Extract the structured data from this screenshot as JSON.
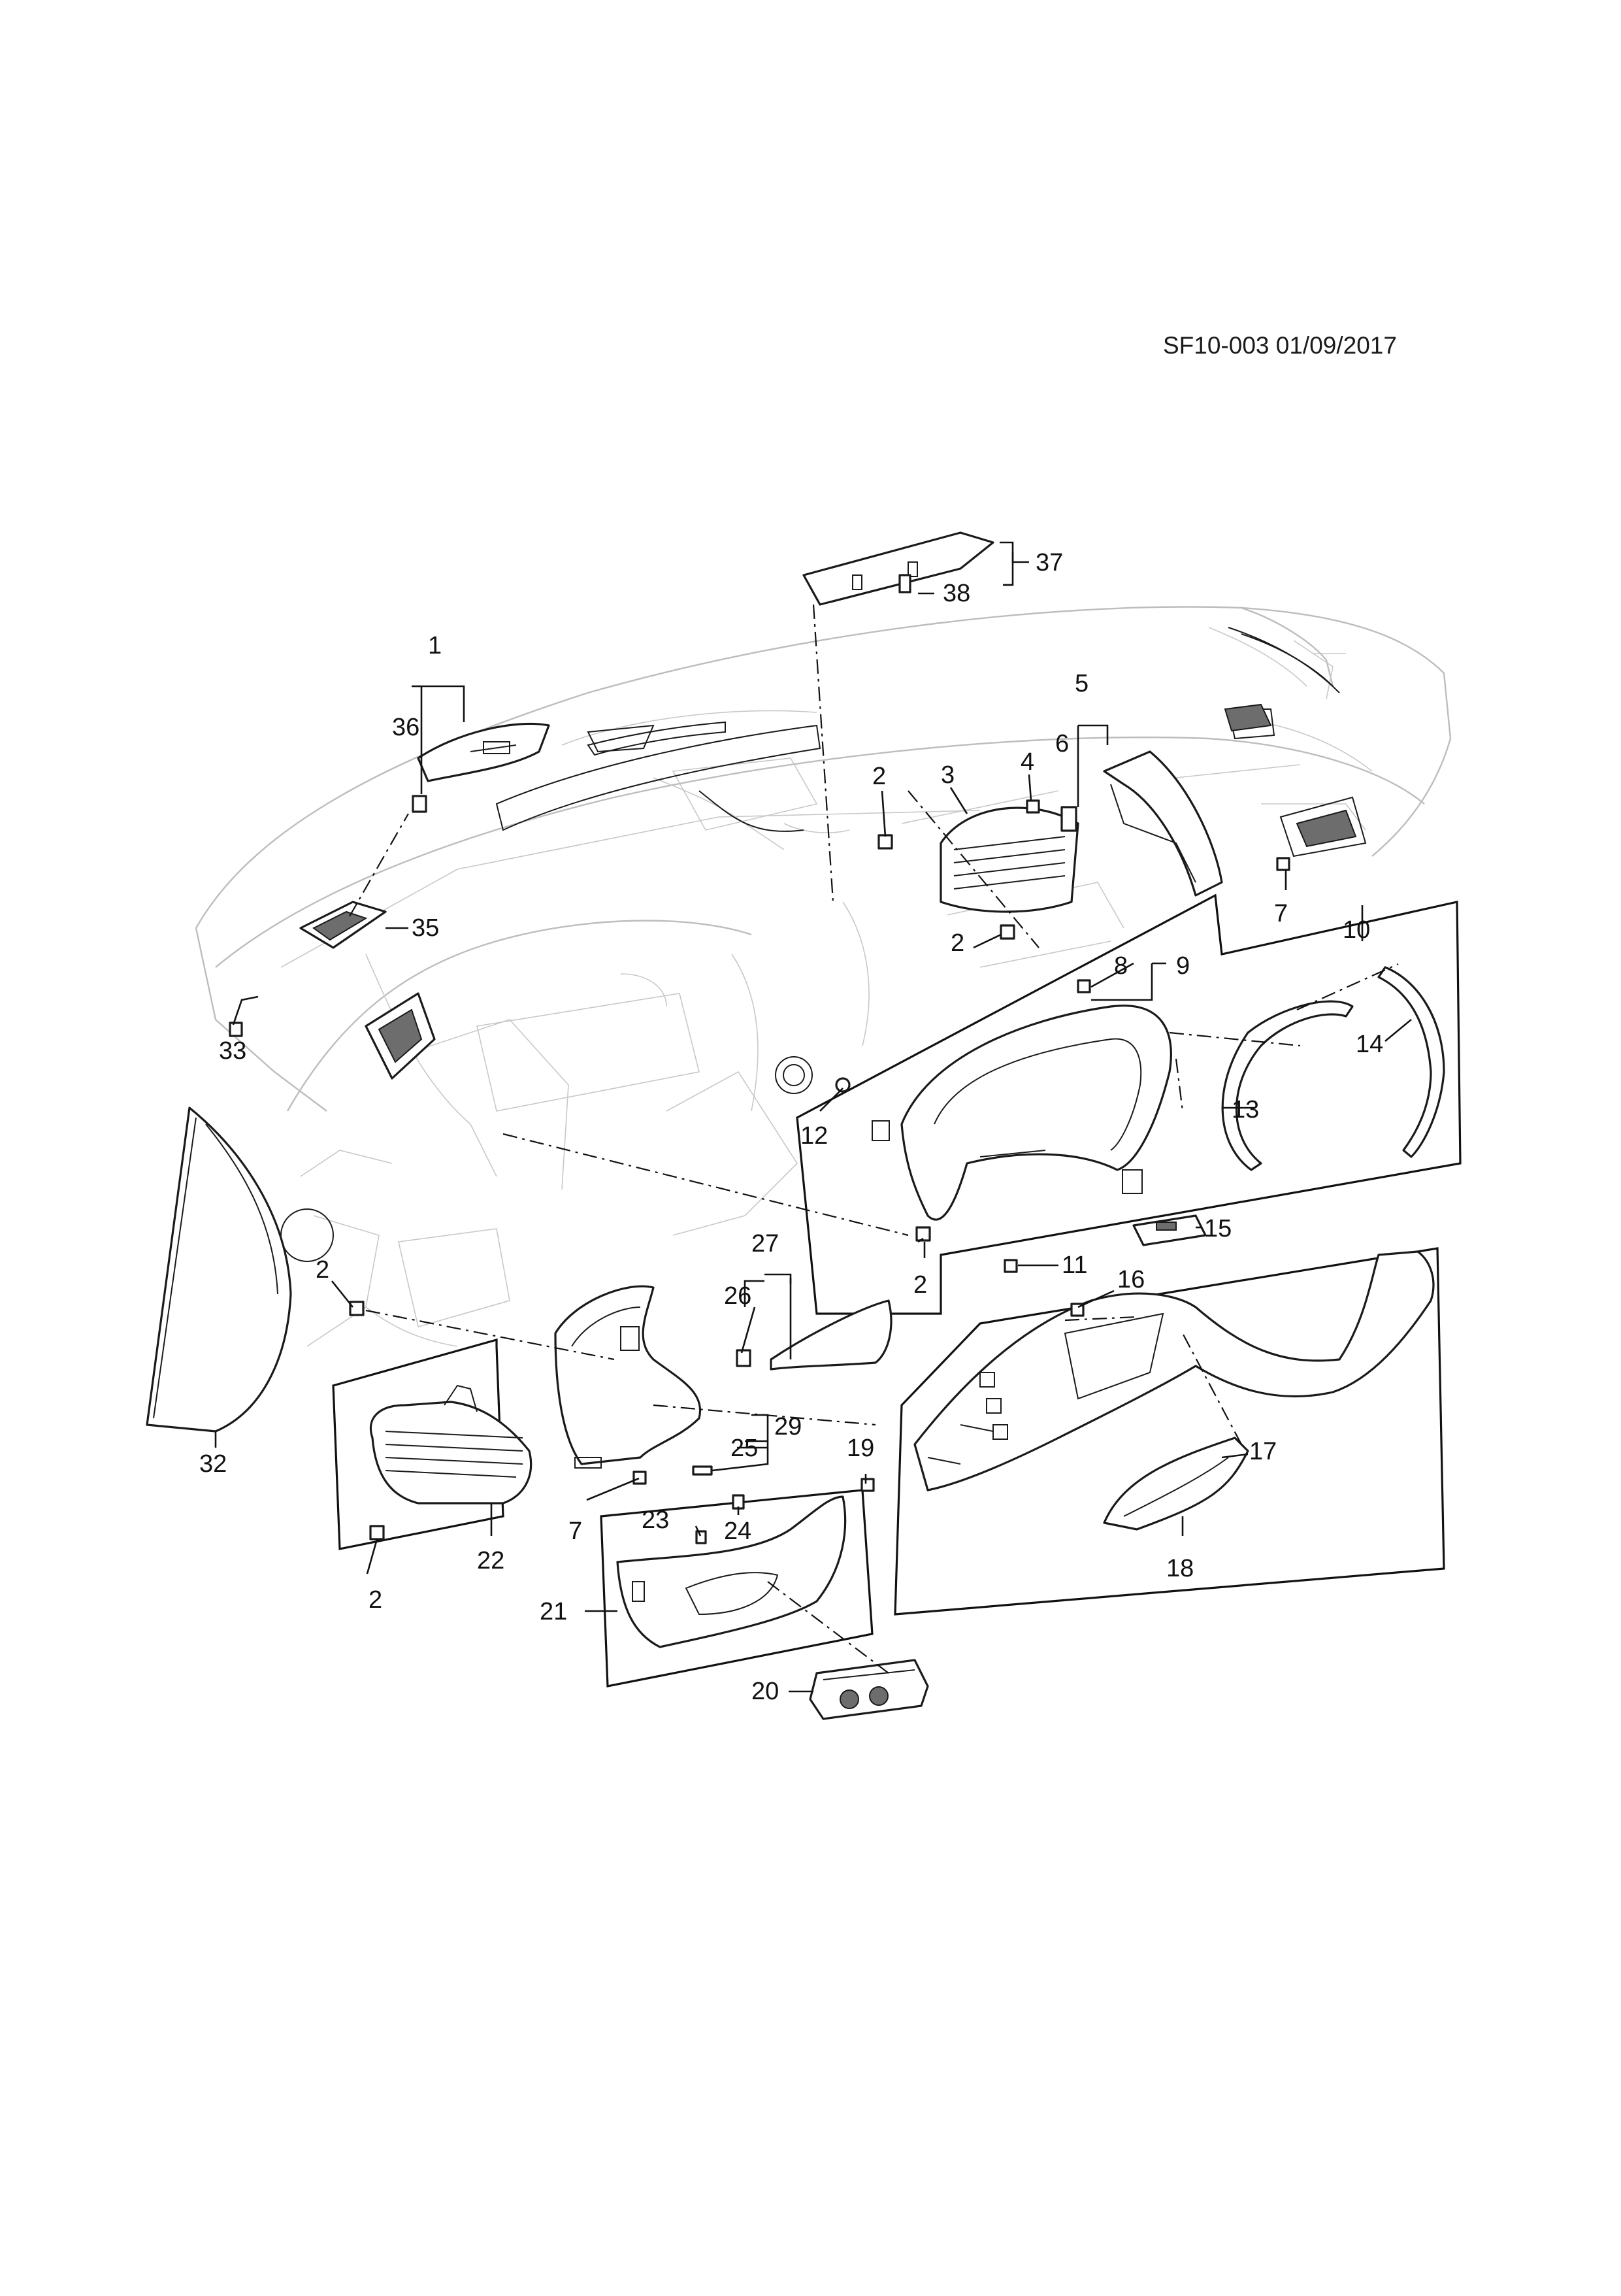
{
  "header": {
    "reference": "SF10-003 01/09/2017"
  },
  "callouts": {
    "c1": "1",
    "c2": "2",
    "c3": "3",
    "c4": "4",
    "c5": "5",
    "c6": "6",
    "c7": "7",
    "c8": "8",
    "c9": "9",
    "c10": "10",
    "c11": "11",
    "c12": "12",
    "c13": "13",
    "c14": "14",
    "c15": "15",
    "c16": "16",
    "c17": "17",
    "c18": "18",
    "c19": "19",
    "c20": "20",
    "c21": "21",
    "c22": "22",
    "c23": "23",
    "c24": "24",
    "c25": "25",
    "c26": "26",
    "c27": "27",
    "c29": "29",
    "c32": "32",
    "c33": "33",
    "c35": "35",
    "c36": "36",
    "c37": "37",
    "c38": "38"
  }
}
